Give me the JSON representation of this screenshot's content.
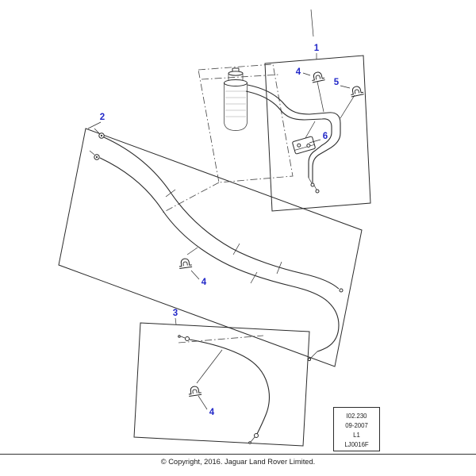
{
  "callouts": {
    "one": "1",
    "two": "2",
    "three": "3",
    "four": "4",
    "five": "5",
    "six": "6"
  },
  "info_box": {
    "code": "I02.230",
    "date": "09-2007",
    "sheet": "L1",
    "ref": "LJ0016F"
  },
  "footer": {
    "copyright": "© Copyright, 2016. Jaguar Land Rover Limited."
  },
  "colors": {
    "callout_blue": "#2228c8",
    "line": "#2b2b2b"
  }
}
